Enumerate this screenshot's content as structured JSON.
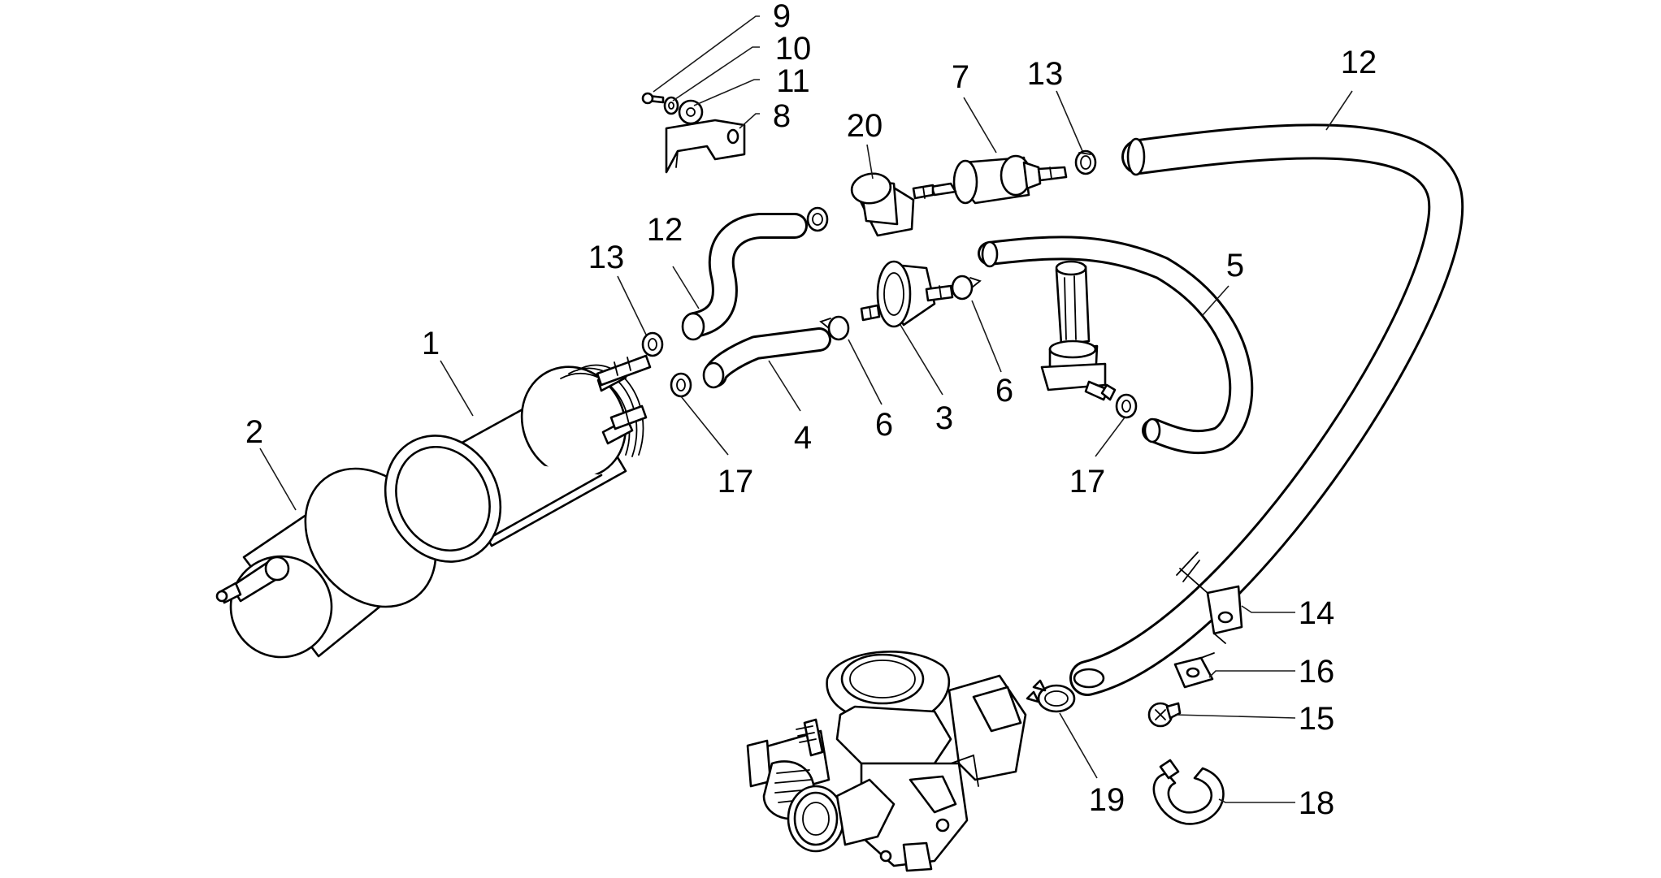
{
  "diagram": {
    "labels": [
      "9",
      "10",
      "11",
      "8",
      "20",
      "7",
      "13",
      "12",
      "12",
      "13",
      "1",
      "2",
      "5",
      "4",
      "6",
      "3",
      "6",
      "17",
      "17",
      "14",
      "16",
      "15",
      "18",
      "19"
    ]
  }
}
